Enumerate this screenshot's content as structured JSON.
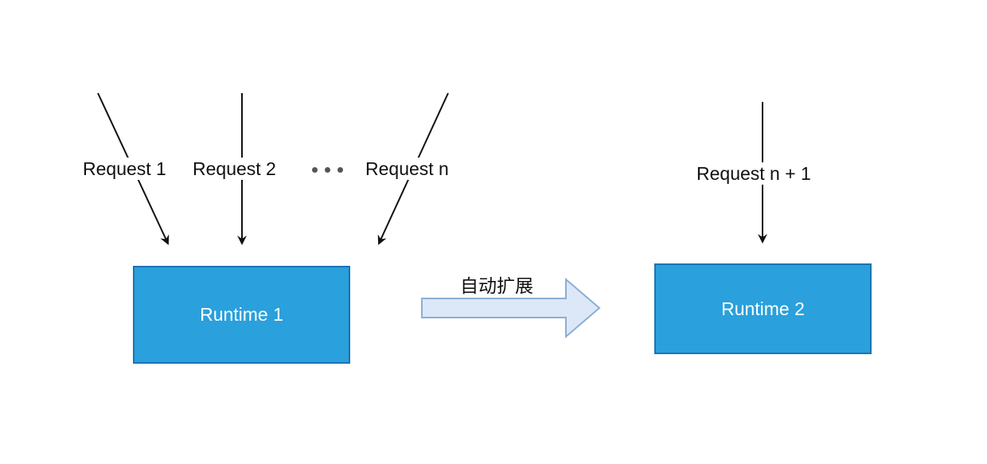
{
  "requests": [
    {
      "label": "Request 1"
    },
    {
      "label": "Request 2"
    },
    {
      "label": "Request n"
    },
    {
      "label": "Request n + 1"
    }
  ],
  "runtimes": [
    {
      "label": "Runtime 1"
    },
    {
      "label": "Runtime 2"
    }
  ],
  "scale_arrow": {
    "label": "自动扩展"
  },
  "colors": {
    "runtime_fill": "#2aa0dc",
    "runtime_border": "#1c74b4",
    "scale_arrow_fill": "#dce8f8",
    "scale_arrow_stroke": "#8aaed6",
    "line": "#111111"
  }
}
